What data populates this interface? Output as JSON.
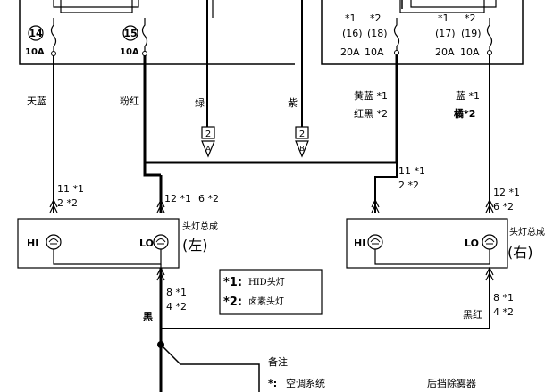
{
  "fuses": {
    "f14": {
      "number": "14",
      "rating": "10A"
    },
    "f15": {
      "number": "15",
      "rating": "10A"
    },
    "left_pair": {
      "ref1": "*1",
      "ref2": "*2",
      "num1": "(16)",
      "num2": "(18)",
      "rating1": "20A",
      "rating2": "10A"
    },
    "right_pair": {
      "ref1": "*1",
      "ref2": "*2",
      "num1": "(17)",
      "num2": "(19)",
      "rating1": "20A",
      "rating2": "10A"
    }
  },
  "wires": {
    "sky_blue": "天蓝",
    "pink": "粉红",
    "green": "绿",
    "purple": "紫",
    "yellow_blue": "黄蓝 *1",
    "red_black": "红黑 *2",
    "blue": "蓝 *1",
    "orange": "橘*2",
    "black": "黑",
    "black_red": "黑红"
  },
  "connectors": {
    "green": {
      "top": "2",
      "bottom": "A"
    },
    "purple": {
      "top": "2",
      "bottom": "B"
    }
  },
  "pins": {
    "left_hi_1": "11 *1",
    "left_hi_2": "2 *2",
    "left_lo_1": "12 *1",
    "left_lo_2": "6 *2",
    "right_hi_1": "11 *1",
    "right_hi_2": "2 *2",
    "right_lo_1": "12 *1",
    "right_lo_2": "6 *2",
    "left_gnd_1": "8 *1",
    "left_gnd_2": "4 *2",
    "right_gnd_1": "8 *1",
    "right_gnd_2": "4 *2"
  },
  "headlamps": {
    "left": {
      "title": "头灯总成",
      "side": "(左)",
      "hi": "HI",
      "lo": "LO"
    },
    "right": {
      "title": "头灯总成",
      "side": "(右)",
      "hi": "HI",
      "lo": "LO"
    }
  },
  "legend": {
    "k1": "*1:",
    "v1": "HID头灯",
    "k2": "*2:",
    "v2": "卤素头灯"
  },
  "notes": {
    "title": "备注",
    "item_key": "*:",
    "item_text": "空调系统",
    "rear_defogger": "后挡除雾器"
  }
}
